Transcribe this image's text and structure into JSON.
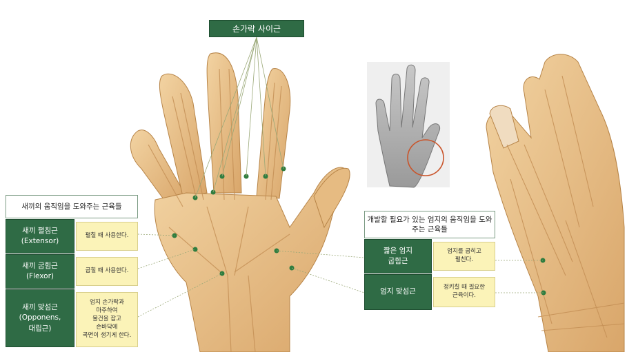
{
  "colors": {
    "label_green": "#2f6b45",
    "desc_yellow": "#fbf3b8",
    "skin": "#e9c48f",
    "muscle_tone": "#d9a66a",
    "marker_dot": "#2f7d3f",
    "photo_circle": "#c9542a"
  },
  "top_label": "손가락 사이근",
  "left_group": {
    "title": "새끼의 움직임을 도와주는 근육들",
    "items": [
      {
        "name": "새끼 펼침근\n(Extensor)",
        "desc": "펼칠 때 사용한다."
      },
      {
        "name": "새끼 굽힘근\n(Flexor)",
        "desc": "굽힐 때 사용한다."
      },
      {
        "name": "새끼 맞섬근\n(Opponens,\n대립근)",
        "desc": "엄지 손가락과\n마주하여\n물건을 잡고\n손바닥에\n곡면이 생기게 한다."
      }
    ]
  },
  "right_group": {
    "title": "개발할 필요가 있는\n엄지의 움직임을 도와주는 근육들",
    "items": [
      {
        "name": "짧은 엄지\n굽힘근",
        "desc": "엄지를 굽히고\n펼친다."
      },
      {
        "name": "엄지 맞섬근",
        "desc": "정키칠 때 필요한\n근육이다."
      }
    ]
  },
  "icons": {
    "palm_anatomy": "hand-palm-muscle-illustration",
    "photo": "grayscale-hand-photo",
    "side_anatomy": "hand-side-muscle-illustration"
  }
}
